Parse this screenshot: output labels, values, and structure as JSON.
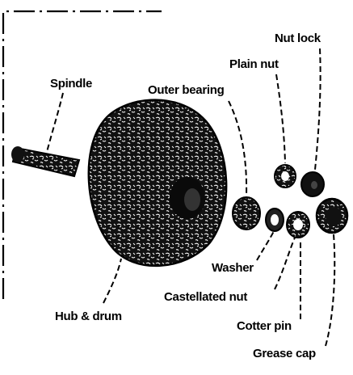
{
  "labels": {
    "spindle": "Spindle",
    "outer_bearing": "Outer bearing",
    "plain_nut": "Plain nut",
    "nut_lock": "Nut lock",
    "washer": "Washer",
    "castellated_nut": "Castellated nut",
    "cotter_pin": "Cotter pin",
    "grease_cap": "Grease cap",
    "hub_drum": "Hub & drum"
  },
  "colors": {
    "ink": "#000000",
    "paper": "#ffffff"
  }
}
